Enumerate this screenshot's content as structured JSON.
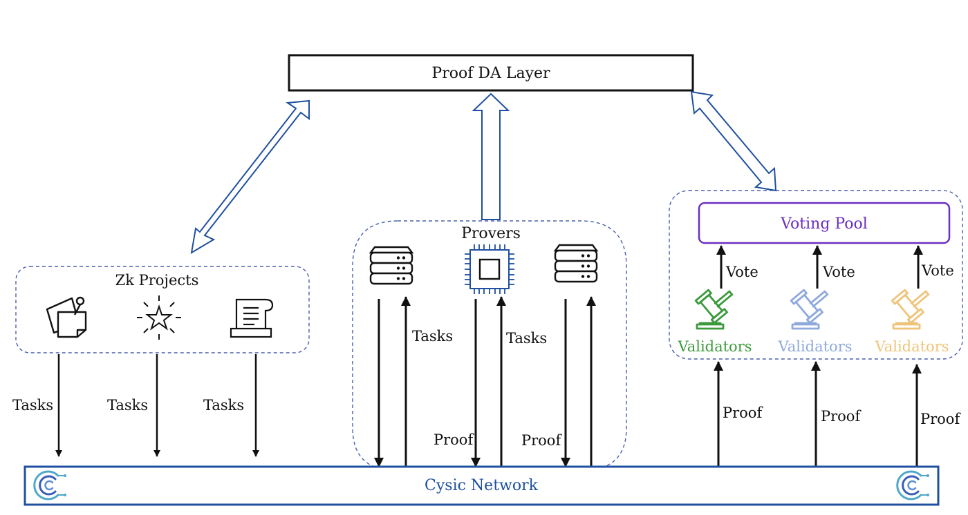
{
  "da_layer": {
    "title": "Proof DA Layer"
  },
  "zk": {
    "title": "Zk Projects",
    "icons": [
      "sticky-notes-icon",
      "sparkle-star-icon",
      "scroll-document-icon"
    ],
    "task_label": "Tasks"
  },
  "provers": {
    "title": "Provers",
    "icons": [
      "server-rack-icon",
      "cpu-chip-icon",
      "server-rack-icon"
    ],
    "task_label": "Tasks",
    "proof_label": "Proof"
  },
  "voting": {
    "pool_title": "Voting Pool",
    "vote_label": "Vote",
    "proof_label": "Proof",
    "validators": [
      {
        "label": "Validators",
        "color": "#3c9a3c"
      },
      {
        "label": "Validators",
        "color": "#8fa9dc"
      },
      {
        "label": "Validators",
        "color": "#eec47a"
      }
    ]
  },
  "network": {
    "title": "Cysic Network",
    "color": "#1e4fa0"
  },
  "colors": {
    "accent_blue": "#1e4fa0",
    "dashed_border": "#4a5fae",
    "pool_purple": "#6a2fc0"
  }
}
